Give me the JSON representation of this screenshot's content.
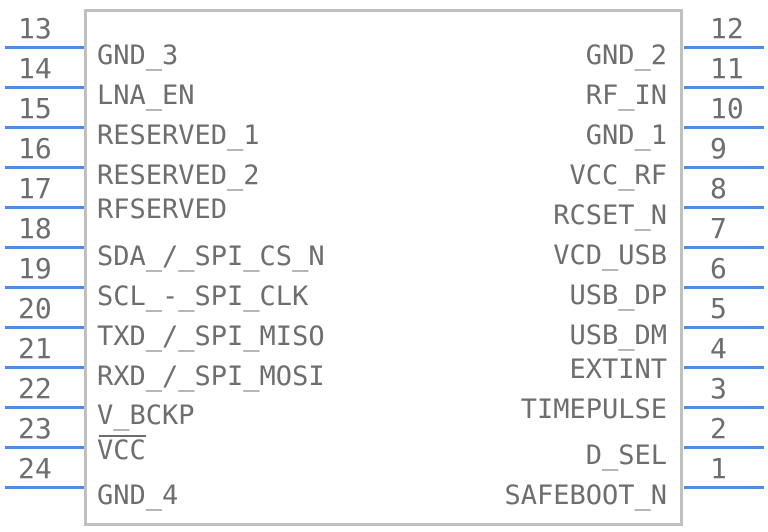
{
  "component": {
    "left_pins": [
      {
        "number": "13",
        "label": "GND_3"
      },
      {
        "number": "14",
        "label": "LNA_EN"
      },
      {
        "number": "15",
        "label": "RESERVED_1"
      },
      {
        "number": "16",
        "label": "RESERVED_2"
      },
      {
        "number": "17",
        "label": "RFSERVED"
      },
      {
        "number": "18",
        "label": "SDA_/_SPI_CS_N"
      },
      {
        "number": "19",
        "label": "SCL_-_SPI_CLK"
      },
      {
        "number": "20",
        "label": "TXD_/_SPI_MISO"
      },
      {
        "number": "21",
        "label": "RXD_/_SPI_MOSI"
      },
      {
        "number": "22",
        "label": "V_BCKP"
      },
      {
        "number": "23",
        "label": "VCC"
      },
      {
        "number": "24",
        "label": "GND_4"
      }
    ],
    "right_pins": [
      {
        "number": "12",
        "label": "GND_2"
      },
      {
        "number": "11",
        "label": "RF_IN"
      },
      {
        "number": "10",
        "label": "GND_1"
      },
      {
        "number": "9",
        "label": "VCC_RF"
      },
      {
        "number": "8",
        "label": "RCSET_N"
      },
      {
        "number": "7",
        "label": "VCD_USB"
      },
      {
        "number": "6",
        "label": "USB_DP"
      },
      {
        "number": "5",
        "label": "USB_DM"
      },
      {
        "number": "4",
        "label": "EXTINT"
      },
      {
        "number": "3",
        "label": "TIMEPULSE"
      },
      {
        "number": "2",
        "label": "D_SEL"
      },
      {
        "number": "1",
        "label": "SAFEBOOT_N"
      }
    ],
    "colors": {
      "pin": "#4a90e2",
      "outline": "#c0c0c0",
      "text": "#6e6e6e"
    }
  }
}
